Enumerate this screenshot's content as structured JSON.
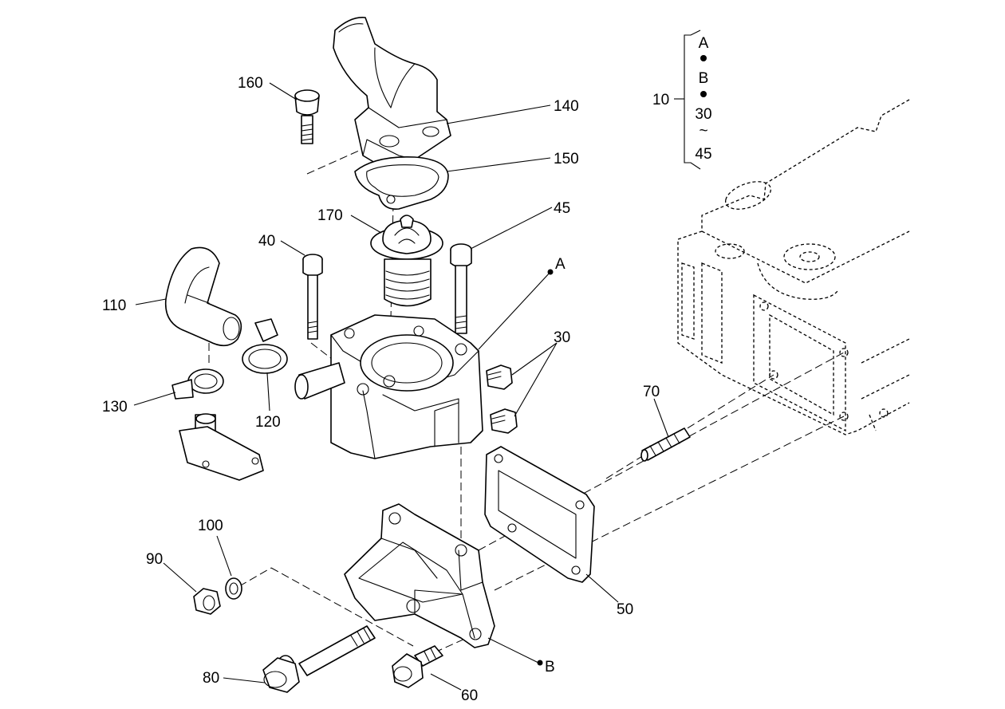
{
  "callouts": {
    "c10": "10",
    "c30": "30",
    "c40": "40",
    "c45": "45",
    "c50": "50",
    "c60": "60",
    "c70": "70",
    "c80": "80",
    "c90": "90",
    "c100": "100",
    "c110": "110",
    "c120": "120",
    "c130": "130",
    "c140": "140",
    "c150": "150",
    "c160": "160",
    "c170": "170",
    "refA": "A",
    "refB": "B"
  },
  "legend": {
    "line1": "A",
    "line2": "B",
    "line3": "30",
    "line4": "~",
    "line5": "45"
  }
}
